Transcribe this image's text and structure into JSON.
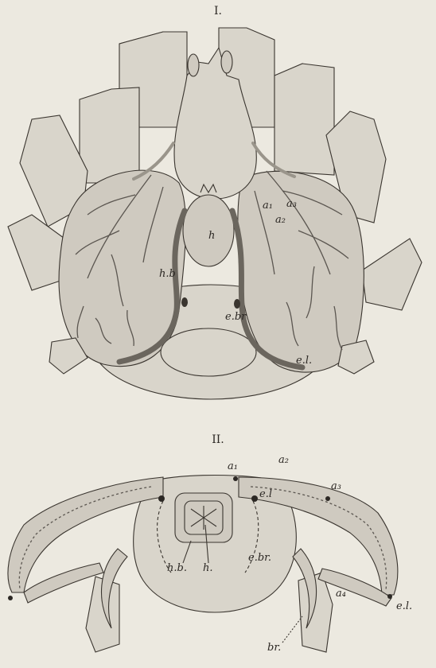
{
  "figure1": {
    "title": "I.",
    "labels": {
      "h": "h",
      "hb": "h.b",
      "a1": "a₁",
      "a2": "a₂",
      "a3": "a₃",
      "ebr": "e.br",
      "el": "e.l."
    }
  },
  "figure2": {
    "title": "II.",
    "labels": {
      "a1": "a₁",
      "a2": "a₂",
      "a3": "a₃",
      "a4": "a₄",
      "el_top": "e.l",
      "hb": "h.b.",
      "h": "h.",
      "ebr": "e.br.",
      "el": "e.l.",
      "br": "br."
    }
  },
  "colors": {
    "paper": "#ece9e0",
    "ink": "#2c2824",
    "fill": "#d9d5cb"
  }
}
